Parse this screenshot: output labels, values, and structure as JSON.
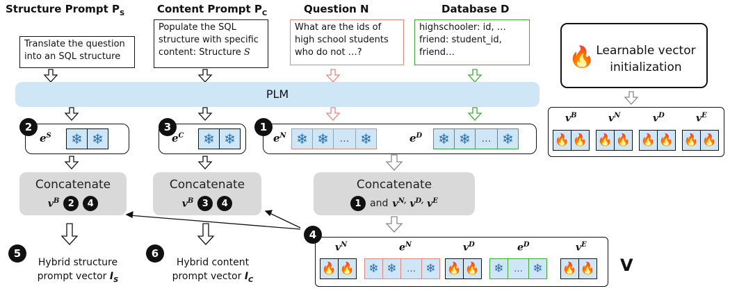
{
  "headers": {
    "structure": "Structure Prompt P",
    "structure_sub": "S",
    "content": "Content Prompt P",
    "content_sub": "C",
    "question": "Question N",
    "database": "Database D"
  },
  "prompts": {
    "structure_line1": "Translate the question",
    "structure_line2": "into an SQL structure",
    "content_line1": "Populate the SQL",
    "content_line2": "structure with specific",
    "content_line3": "content: Structure",
    "content_var": "S",
    "question_line1": "What are the ids of",
    "question_line2": "high school students",
    "question_line3": "who do not …?",
    "database_line1": "highschooler: id, …",
    "database_line2": "friend: student_id,",
    "database_line3": "friend…"
  },
  "learnable": {
    "line1": "Learnable vector",
    "line2": "initialization"
  },
  "plm": "PLM",
  "badges": [
    "1",
    "2",
    "3",
    "4",
    "5",
    "6"
  ],
  "embeddings": {
    "eS": "e",
    "eS_sup": "S",
    "eC": "e",
    "eC_sup": "C",
    "eN": "e",
    "eN_sup": "N",
    "eD": "e",
    "eD_sup": "D",
    "ellipsis": "…"
  },
  "learn_vectors": {
    "vB": "v",
    "vB_sup": "B",
    "vN": "v",
    "vN_sup": "N",
    "vD": "v",
    "vD_sup": "D",
    "vE": "v",
    "vE_sup": "E"
  },
  "concat": {
    "title": "Concatenate",
    "left_v": "v",
    "left_sup": "B",
    "mid_v": "v",
    "mid_sup": "B",
    "right_and": "and",
    "right_vectors": "v",
    "right_sup1": "N,",
    "right_v2": " v",
    "right_sup2": "D,",
    "right_v3": " v",
    "right_sup3": "E"
  },
  "final_V": "V",
  "outputs": {
    "hybrid_structure_line1": "Hybrid structure",
    "hybrid_structure_line2": "prompt vector",
    "hybrid_structure_var": "I",
    "hybrid_structure_sub": "S",
    "hybrid_content_line1": "Hybrid content",
    "hybrid_content_line2": "prompt vector",
    "hybrid_content_var": "I",
    "hybrid_content_sub": "C"
  },
  "icons": {
    "frozen": "❄",
    "learnable": "🔥"
  },
  "colors": {
    "plm_bg": "#cfe6f7",
    "question_border": "#e8847e",
    "database_border": "#3aaa35",
    "cell_fill": "#cfe6f7",
    "concat_bg": "#d9d9d9",
    "fire": "#e8551c",
    "snow": "#2e6fa8"
  }
}
